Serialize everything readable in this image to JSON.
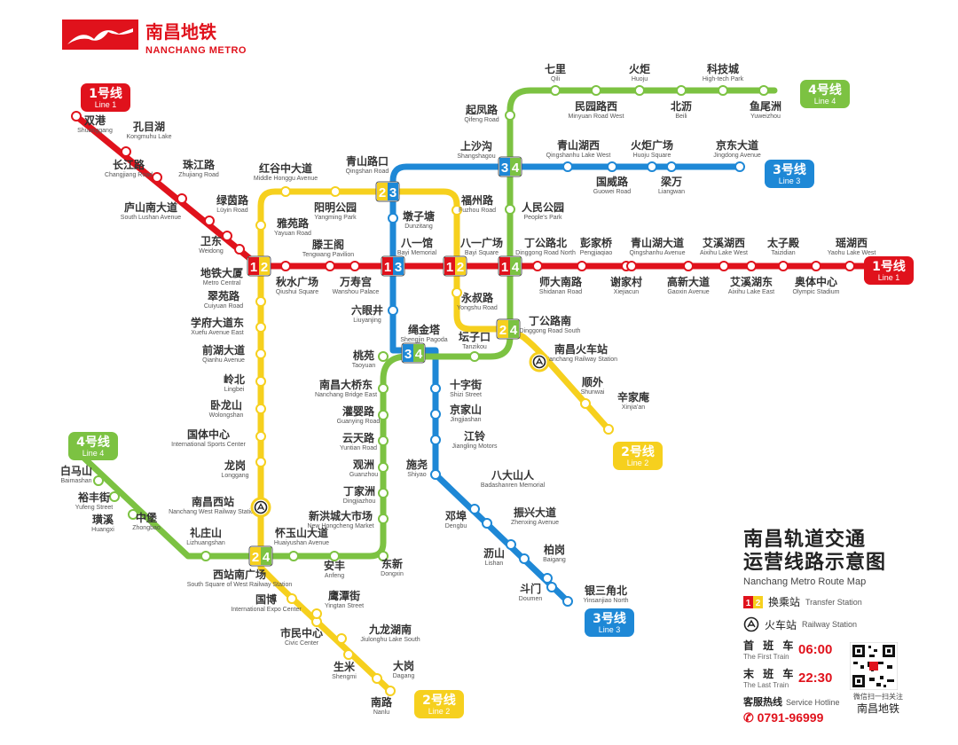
{
  "brand": {
    "name_cn": "南昌地铁",
    "name_en": "NANCHANG METRO",
    "color": "#e0121c"
  },
  "lines": [
    {
      "id": "1",
      "cn": "1号线",
      "en": "Line 1",
      "color": "#e0121c"
    },
    {
      "id": "2",
      "cn": "2号线",
      "en": "Line 2",
      "color": "#f6d01e"
    },
    {
      "id": "3",
      "cn": "3号线",
      "en": "Line 3",
      "color": "#1e88d6"
    },
    {
      "id": "4",
      "cn": "4号线",
      "en": "Line 4",
      "color": "#7cc242"
    }
  ],
  "stations": [
    {
      "cn": "双港",
      "en": "Shuanggang"
    },
    {
      "cn": "孔目湖",
      "en": "Kongmuhu Lake"
    },
    {
      "cn": "长江路",
      "en": "Changjiang Road"
    },
    {
      "cn": "珠江路",
      "en": "Zhujiang Road"
    },
    {
      "cn": "庐山南大道",
      "en": "South Lushan Avenue"
    },
    {
      "cn": "绿茵路",
      "en": "Lüyin Road"
    },
    {
      "cn": "卫东",
      "en": "Weidong"
    },
    {
      "cn": "地铁大厦",
      "en": "Metro Central"
    },
    {
      "cn": "秋水广场",
      "en": "Qiushui Square"
    },
    {
      "cn": "滕王阁",
      "en": "Tengwang Pavilion"
    },
    {
      "cn": "万寿宫",
      "en": "Wanshou Palace"
    },
    {
      "cn": "八一馆",
      "en": "Bayi Memorial"
    },
    {
      "cn": "八一广场",
      "en": "Bayi Square"
    },
    {
      "cn": "丁公路北",
      "en": "Dinggong Road North"
    },
    {
      "cn": "师大南路",
      "en": "Shidanan Road"
    },
    {
      "cn": "彭家桥",
      "en": "Pengjiaqiao"
    },
    {
      "cn": "谢家村",
      "en": "Xiejiacun"
    },
    {
      "cn": "青山湖大道",
      "en": "Qingshanhu Avenue"
    },
    {
      "cn": "高新大道",
      "en": "Gaoxin Avenue"
    },
    {
      "cn": "艾溪湖西",
      "en": "Aixihu Lake West"
    },
    {
      "cn": "艾溪湖东",
      "en": "Aixihu Lake East"
    },
    {
      "cn": "太子殿",
      "en": "Taizidian"
    },
    {
      "cn": "奥体中心",
      "en": "Olympic Stadium"
    },
    {
      "cn": "瑶湖西",
      "en": "Yaohu Lake West"
    },
    {
      "cn": "红谷中大道",
      "en": "Middle Honggu Avenue"
    },
    {
      "cn": "青山路口",
      "en": "Qingshan Road"
    },
    {
      "cn": "阳明公园",
      "en": "Yangming Park"
    },
    {
      "cn": "雅苑路",
      "en": "Yayuan Road"
    },
    {
      "cn": "福州路",
      "en": "Fuzhou Road"
    },
    {
      "cn": "永叔路",
      "en": "Yongshu Road"
    },
    {
      "cn": "丁公路南",
      "en": "Dinggong Road South"
    },
    {
      "cn": "南昌火车站",
      "en": "Nanchang Railway Station"
    },
    {
      "cn": "顺外",
      "en": "Shunwai"
    },
    {
      "cn": "辛家庵",
      "en": "Xinjia'an"
    },
    {
      "cn": "翠苑路",
      "en": "Cuiyuan Road"
    },
    {
      "cn": "学府大道东",
      "en": "Xuefu Avenue East"
    },
    {
      "cn": "前湖大道",
      "en": "Qianhu Avenue"
    },
    {
      "cn": "岭北",
      "en": "Lingbei"
    },
    {
      "cn": "卧龙山",
      "en": "Wolongshan"
    },
    {
      "cn": "国体中心",
      "en": "International Sports Center"
    },
    {
      "cn": "龙岗",
      "en": "Longgang"
    },
    {
      "cn": "南昌西站",
      "en": "Nanchang West Railway Station"
    },
    {
      "cn": "西站南广场",
      "en": "South Square of West Railway Station"
    },
    {
      "cn": "国博",
      "en": "International Expo Center"
    },
    {
      "cn": "市民中心",
      "en": "Civic Center"
    },
    {
      "cn": "生米",
      "en": "Shengmi"
    },
    {
      "cn": "南路",
      "en": "Nanlu"
    },
    {
      "cn": "大岗",
      "en": "Dagang"
    },
    {
      "cn": "九龙湖南",
      "en": "Jiulonghu Lake South"
    },
    {
      "cn": "鹰潭街",
      "en": "Yingtan Street"
    },
    {
      "cn": "上沙沟",
      "en": "Shangshagou"
    },
    {
      "cn": "青山湖西",
      "en": "Qingshanhu Lake West"
    },
    {
      "cn": "火炬广场",
      "en": "Huoju Square"
    },
    {
      "cn": "京东大道",
      "en": "Jingdong Avenue"
    },
    {
      "cn": "国威路",
      "en": "Guowei Road"
    },
    {
      "cn": "梁万",
      "en": "Liangwan"
    },
    {
      "cn": "墩子塘",
      "en": "Dunzitang"
    },
    {
      "cn": "六眼井",
      "en": "Liuyanjing"
    },
    {
      "cn": "绳金塔",
      "en": "Shengjin Pagoda"
    },
    {
      "cn": "十字街",
      "en": "Shizi Street"
    },
    {
      "cn": "京家山",
      "en": "Jingjiashan"
    },
    {
      "cn": "江铃",
      "en": "Jiangling Motors"
    },
    {
      "cn": "施尧",
      "en": "Shiyao"
    },
    {
      "cn": "八大山人",
      "en": "Badashanren Memorial"
    },
    {
      "cn": "邓埠",
      "en": "Dengbu"
    },
    {
      "cn": "振兴大道",
      "en": "Zhenxing Avenue"
    },
    {
      "cn": "沥山",
      "en": "Lishan"
    },
    {
      "cn": "柏岗",
      "en": "Baigang"
    },
    {
      "cn": "斗门",
      "en": "Doumen"
    },
    {
      "cn": "银三角北",
      "en": "Yinsanjiao North"
    },
    {
      "cn": "七里",
      "en": "Qili"
    },
    {
      "cn": "火炬",
      "en": "Huoju"
    },
    {
      "cn": "科技城",
      "en": "High-tech Park"
    },
    {
      "cn": "起凤路",
      "en": "Qifeng Road"
    },
    {
      "cn": "民园路西",
      "en": "Minyuan Road West"
    },
    {
      "cn": "北沥",
      "en": "Beili"
    },
    {
      "cn": "鱼尾洲",
      "en": "Yuweizhou"
    },
    {
      "cn": "人民公园",
      "en": "People's Park"
    },
    {
      "cn": "坛子口",
      "en": "Tanzikou"
    },
    {
      "cn": "桃苑",
      "en": "Taoyuan"
    },
    {
      "cn": "南昌大桥东",
      "en": "Nanchang Bridge East"
    },
    {
      "cn": "灌婴路",
      "en": "Guanying Road"
    },
    {
      "cn": "云天路",
      "en": "Yuntian Road"
    },
    {
      "cn": "观洲",
      "en": "Guanzhou"
    },
    {
      "cn": "丁家洲",
      "en": "Dingjiazhou"
    },
    {
      "cn": "新洪城大市场",
      "en": "New Hongcheng Market"
    },
    {
      "cn": "东新",
      "en": "Dongxin"
    },
    {
      "cn": "安丰",
      "en": "Anfeng"
    },
    {
      "cn": "怀玉山大道",
      "en": "Huaiyushan Avenue"
    },
    {
      "cn": "礼庄山",
      "en": "Lizhuangshan"
    },
    {
      "cn": "中堡",
      "en": "Zhongbao"
    },
    {
      "cn": "璜溪",
      "en": "Huangxi"
    },
    {
      "cn": "裕丰街",
      "en": "Yufeng Street"
    },
    {
      "cn": "白马山",
      "en": "Baimashan"
    }
  ],
  "panel": {
    "title_cn_1": "南昌轨道交通",
    "title_cn_2": "运营线路示意图",
    "title_en": "Nanchang Metro Route Map",
    "transfer_cn": "换乘站",
    "transfer_en": "Transfer Station",
    "transfer_icon": "1|2",
    "railway_cn": "火车站",
    "railway_en": "Railway Station",
    "first_train_cn": "首 班 车",
    "first_train_en": "The First Train",
    "first_train_time": "06:00",
    "last_train_cn": "末 班 车",
    "last_train_en": "The Last Train",
    "last_train_time": "22:30",
    "hotline_cn": "客服热线",
    "hotline_en": "Service Hotline",
    "hotline_number": "0791-96999",
    "qr_caption": "微信扫一扫关注",
    "qr_name": "南昌地铁"
  }
}
